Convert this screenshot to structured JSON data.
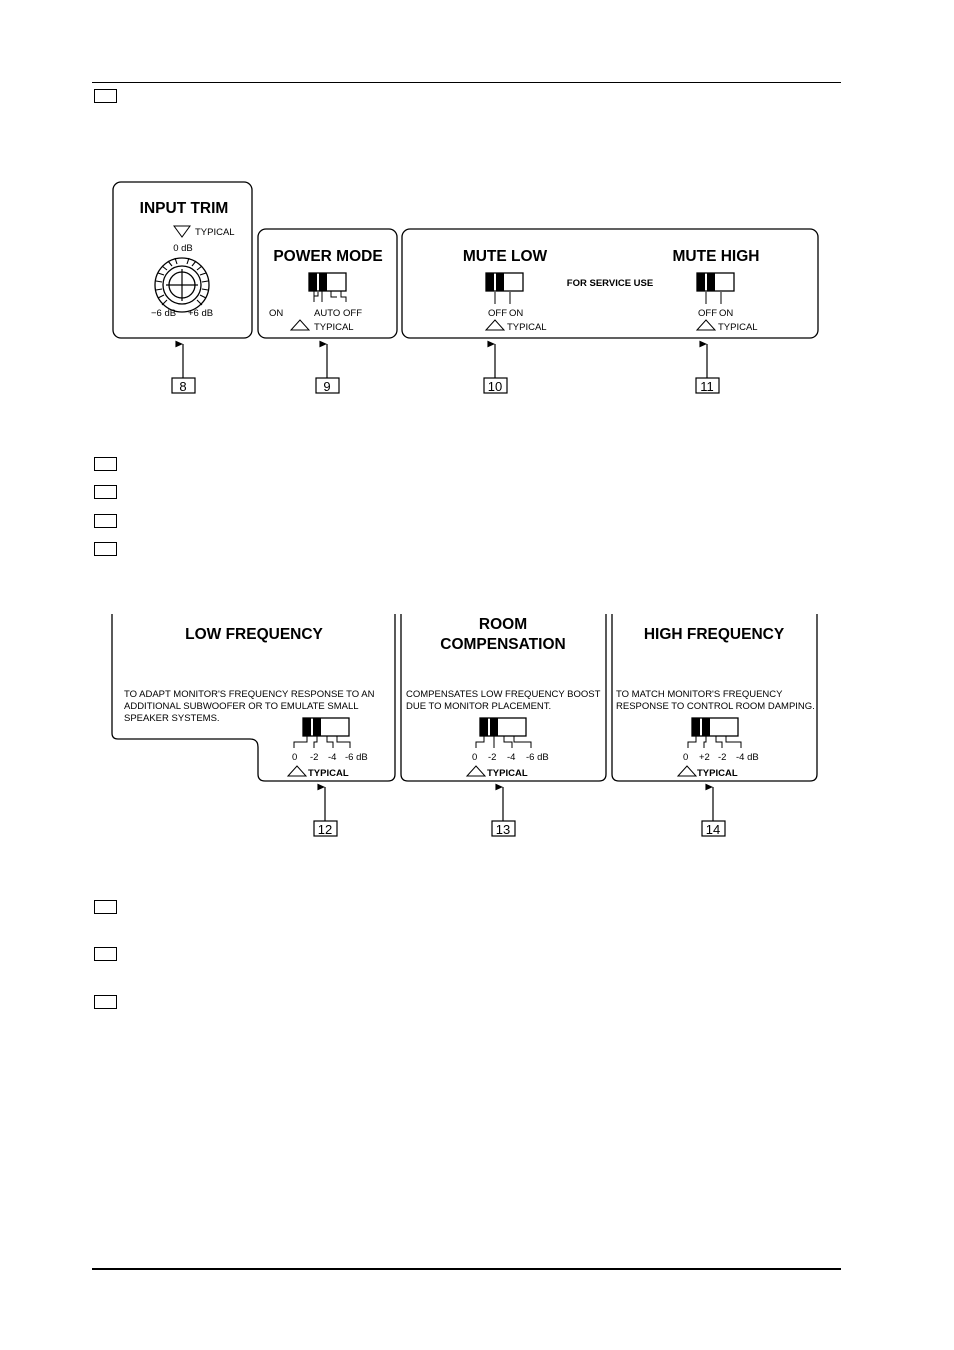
{
  "panel1": {
    "input_trim": {
      "title": "INPUT TRIM",
      "typical": "TYPICAL",
      "zero": "0 dB",
      "minus": "−6 dB",
      "plus": "+6 dB"
    },
    "power_mode": {
      "title": "POWER MODE",
      "opt_on": "ON",
      "opt_auto": "AUTO",
      "opt_off": "OFF",
      "typical": "TYPICAL"
    },
    "mute_low": {
      "title": "MUTE LOW",
      "off": "OFF",
      "on": "ON",
      "typical": "TYPICAL"
    },
    "service": "FOR SERVICE USE",
    "mute_high": {
      "title": "MUTE HIGH",
      "off": "OFF",
      "on": "ON",
      "typical": "TYPICAL"
    }
  },
  "callouts_top": [
    "8",
    "9",
    "10",
    "11"
  ],
  "panel2": {
    "low": {
      "title": "LOW FREQUENCY",
      "desc": [
        "TO ADAPT MONITOR'S FREQUENCY RESPONSE TO AN",
        "ADDITIONAL SUBWOOFER OR TO EMULATE SMALL",
        "SPEAKER SYSTEMS."
      ],
      "scale": [
        "0",
        "-2",
        "-4",
        "-6 dB"
      ],
      "typical": "TYPICAL"
    },
    "room": {
      "title1": "ROOM",
      "title2": "COMPENSATION",
      "desc": [
        "COMPENSATES LOW FREQUENCY BOOST",
        "DUE TO MONITOR PLACEMENT."
      ],
      "scale": [
        "0",
        "-2",
        "-4",
        "-6 dB"
      ],
      "typical": "TYPICAL"
    },
    "high": {
      "title": "HIGH FREQUENCY",
      "desc": [
        "TO MATCH MONITOR'S FREQUENCY",
        "RESPONSE TO CONTROL ROOM DAMPING."
      ],
      "scale": [
        "0",
        "+2",
        "-2",
        "-4 dB"
      ],
      "typical": "TYPICAL"
    }
  },
  "callouts_bottom": [
    "12",
    "13",
    "14"
  ]
}
